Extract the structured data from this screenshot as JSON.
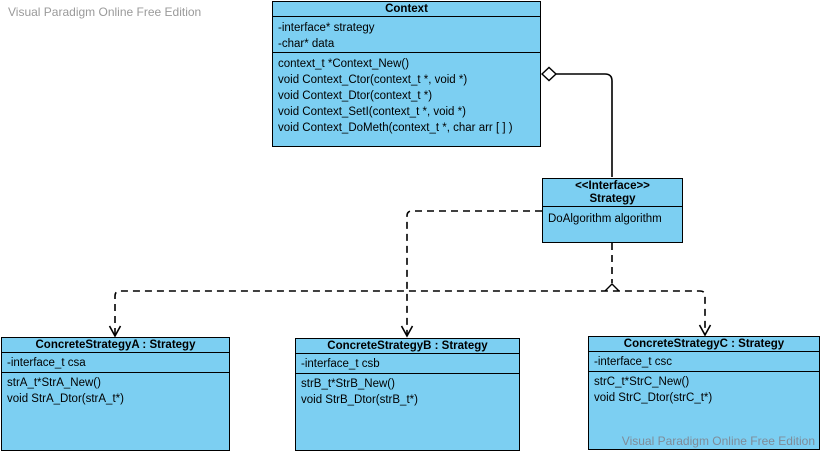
{
  "watermarks": {
    "top_left": "Visual Paradigm Online Free Edition",
    "bottom_right": "Visual Paradigm Online Free Edition"
  },
  "colors": {
    "node_fill": "#7ccff2",
    "node_border": "#000000",
    "connector": "#000000",
    "watermark": "#9a9a9a"
  },
  "classes": {
    "context": {
      "title": "Context",
      "attributes": [
        "-interface* strategy",
        "-char* data"
      ],
      "operations": [
        "context_t *Context_New()",
        "void Context_Ctor(context_t *, void *)",
        "void Context_Dtor(context_t *)",
        "void Context_SetI(context_t *, void *)",
        "void Context_DoMeth(context_t *, char arr [ ] )"
      ]
    },
    "strategy": {
      "stereotype": "<<Interface>>",
      "name": "Strategy",
      "operations": [
        "DoAlgorithm algorithm"
      ]
    },
    "concrete_a": {
      "title": "ConcreteStrategyA : Strategy",
      "attributes": [
        "-interface_t csa"
      ],
      "operations": [
        "strA_t*StrA_New()",
        "void StrA_Dtor(strA_t*)"
      ]
    },
    "concrete_b": {
      "title": "ConcreteStrategyB : Strategy",
      "attributes": [
        "-interface_t csb"
      ],
      "operations": [
        "strB_t*StrB_New()",
        "void StrB_Dtor(strB_t*)"
      ]
    },
    "concrete_c": {
      "title": "ConcreteStrategyC : Strategy",
      "attributes": [
        "-interface_t csc"
      ],
      "operations": [
        "strC_t*StrC_New()",
        "void StrC_Dtor(strC_t*)"
      ]
    }
  },
  "connectors": [
    {
      "type": "aggregation",
      "from": "Context",
      "to": "Strategy",
      "line": "solid",
      "marker": "hollow-diamond"
    },
    {
      "type": "dependency",
      "from": "Strategy",
      "to": "ConcreteStrategyA : Strategy",
      "line": "dashed",
      "marker": "open-arrow"
    },
    {
      "type": "dependency",
      "from": "Strategy",
      "to": "ConcreteStrategyB : Strategy",
      "line": "dashed",
      "marker": "open-arrow"
    },
    {
      "type": "dependency",
      "from": "Strategy",
      "to": "ConcreteStrategyC : Strategy",
      "line": "dashed",
      "marker": "open-arrow"
    }
  ]
}
